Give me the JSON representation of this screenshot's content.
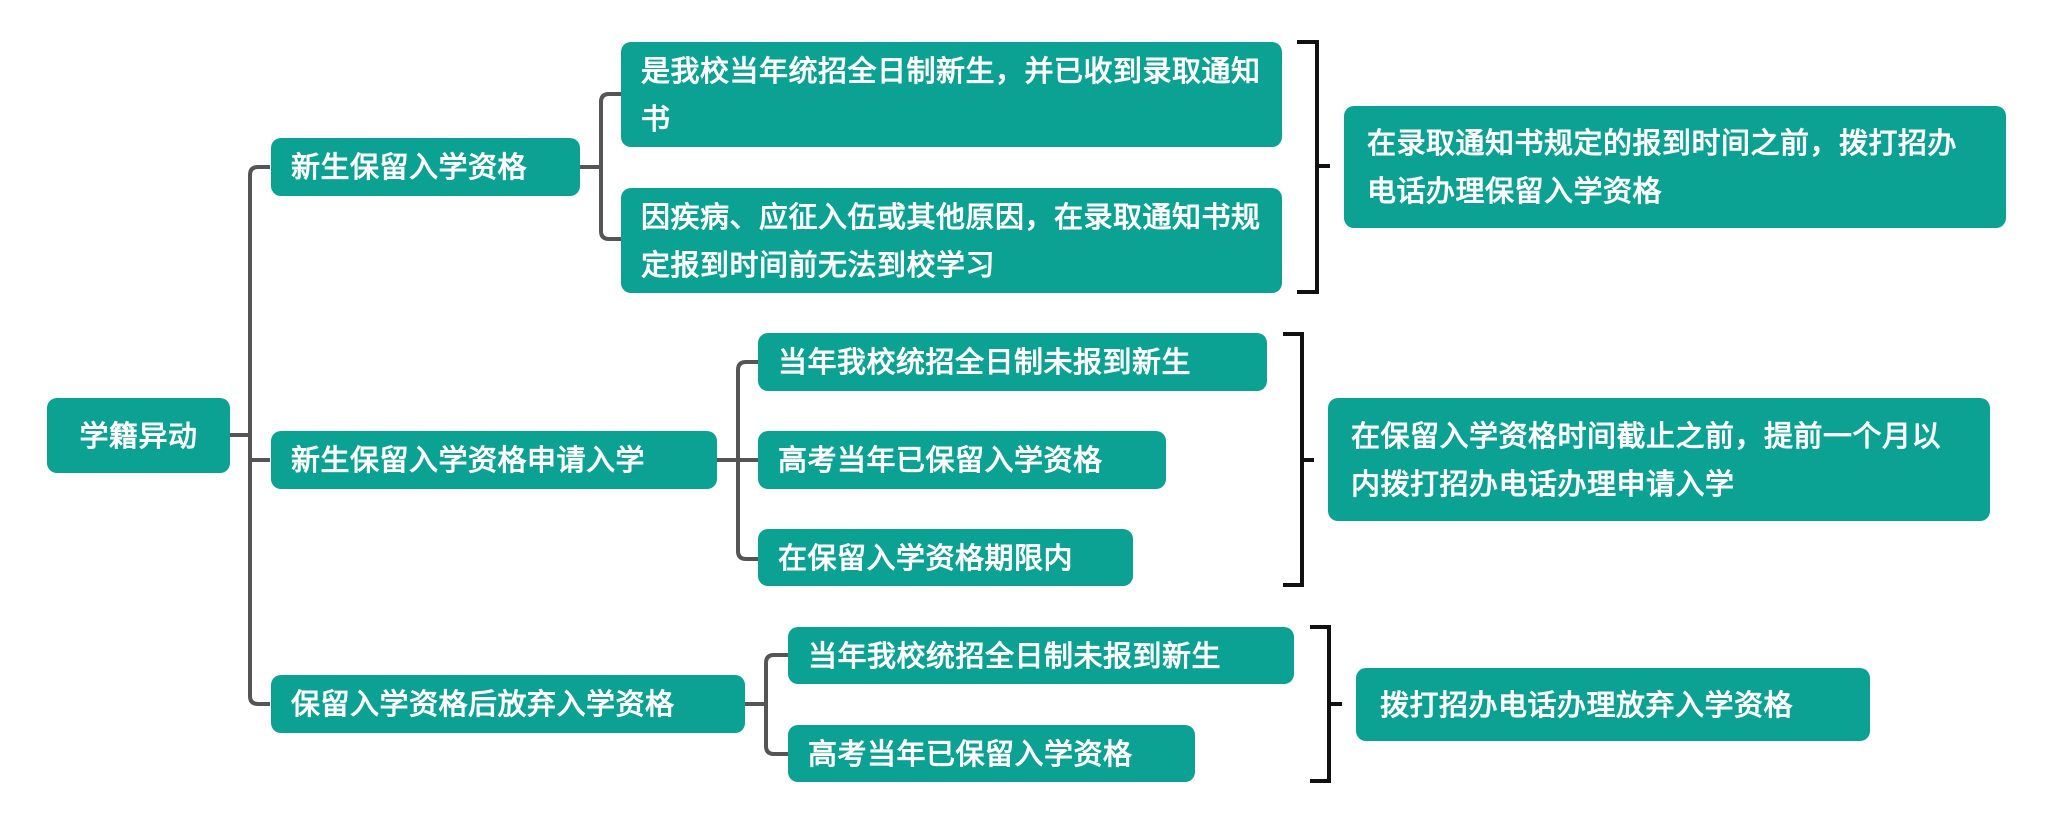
{
  "root": {
    "label": "学籍异动"
  },
  "branches": [
    {
      "label": "新生保留入学资格",
      "conditions": [
        "是我校当年统招全日制新生，并已收到录取通知书",
        "因疾病、应征入伍或其他原因，在录取通知书规定报到时间前无法到校学习"
      ],
      "action": "在录取通知书规定的报到时间之前，拨打招办电话办理保留入学资格"
    },
    {
      "label": "新生保留入学资格申请入学",
      "conditions": [
        "当年我校统招全日制未报到新生",
        "高考当年已保留入学资格",
        "在保留入学资格期限内"
      ],
      "action": "在保留入学资格时间截止之前，提前一个月以内拨打招办电话办理申请入学"
    },
    {
      "label": "保留入学资格后放弃入学资格",
      "conditions": [
        "当年我校统招全日制未报到新生",
        "高考当年已保留入学资格"
      ],
      "action": "拨打招办电话办理放弃入学资格"
    }
  ],
  "colors": {
    "node": "#0ba294",
    "connector": "#555555",
    "bracket": "#111111"
  }
}
